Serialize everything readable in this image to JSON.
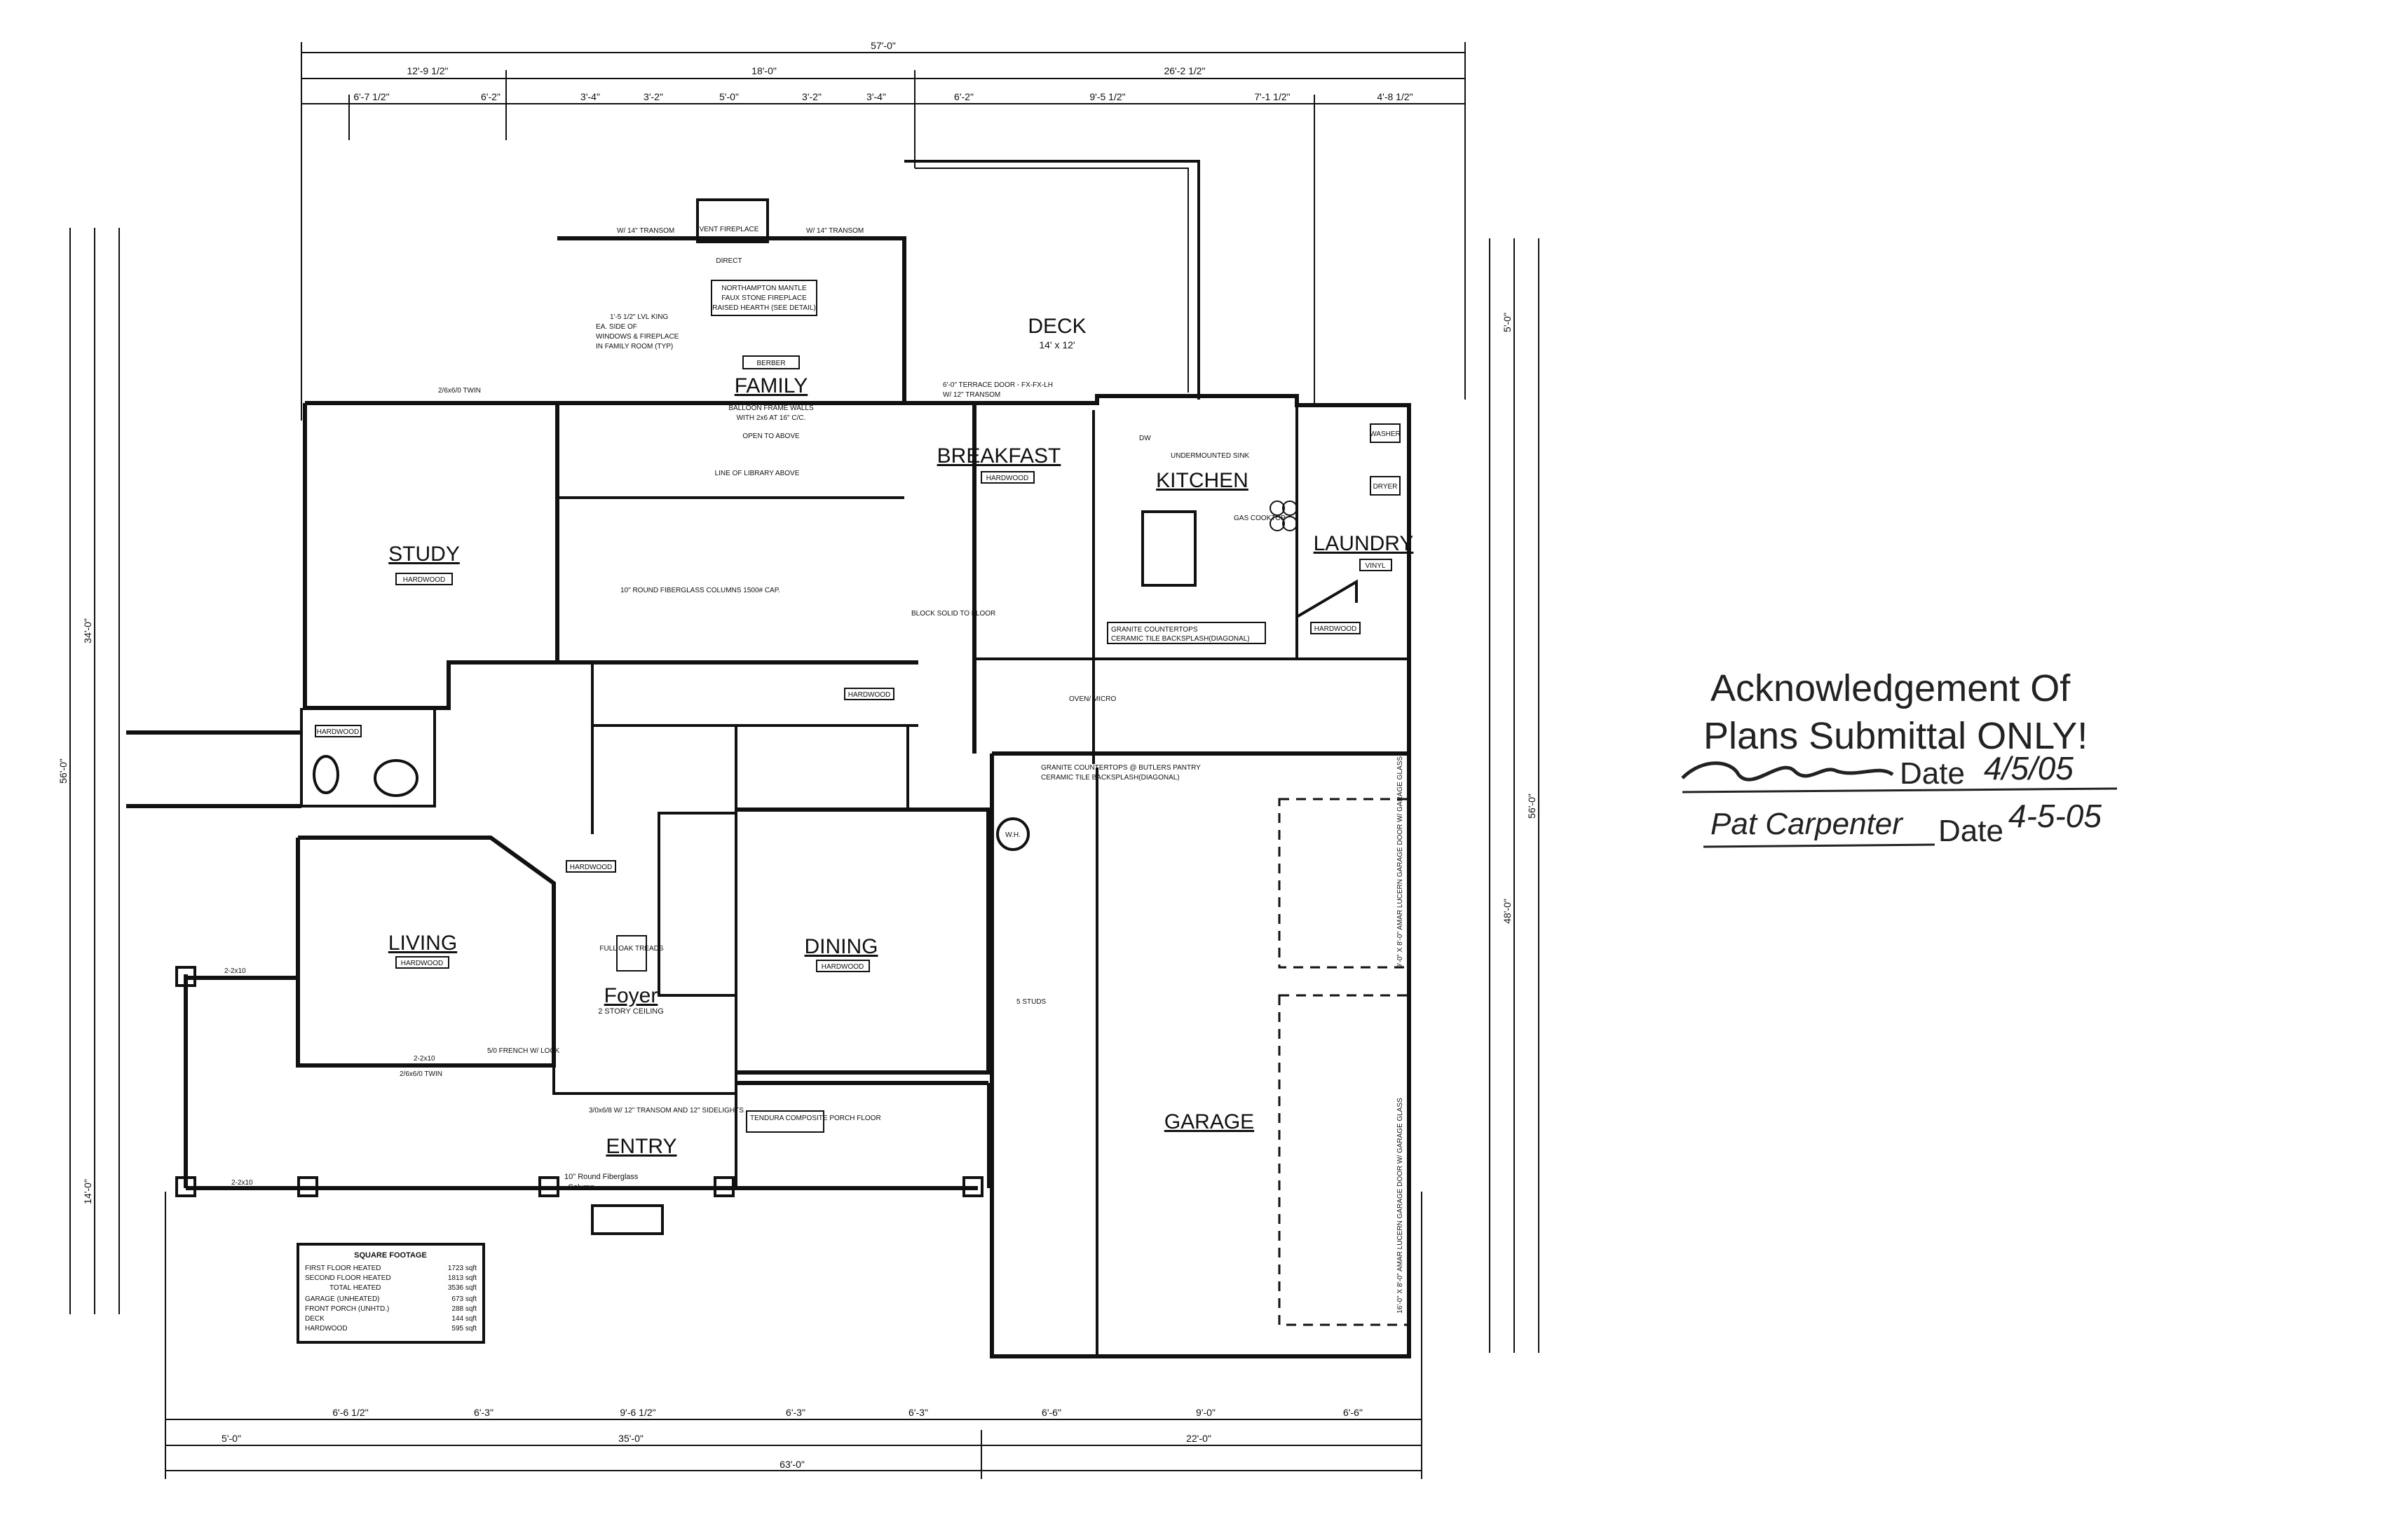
{
  "dims_top": {
    "overall": "57'-0\"",
    "row1": [
      "12'-9 1/2\"",
      "18'-0\"",
      "26'-2 1/2\""
    ],
    "row2": [
      "6'-7 1/2\"",
      "6'-2\"",
      "3'-4\"",
      "3'-2\"",
      "5'-0\"",
      "3'-2\"",
      "3'-4\"",
      "6'-2\"",
      "9'-5 1/2\"",
      "7'-1 1/2\"",
      "4'-8 1/2\""
    ]
  },
  "dims_bottom": {
    "row1": [
      "6'-6 1/2\"",
      "6'-3\"",
      "9'-6 1/2\"",
      "6'-3\"",
      "6'-3\"",
      "6'-6\"",
      "9'-0\"",
      "6'-6\""
    ],
    "row2": [
      "5'-0\"",
      "35'-0\"",
      "22'-0\""
    ],
    "overall": "63'-0\""
  },
  "dims_left": [
    "56'-0\"",
    "34'-0\"",
    "14'-0\""
  ],
  "dims_right": [
    "56'-0\"",
    "48'-0\"",
    "5'-0\""
  ],
  "rooms": {
    "family": "FAMILY",
    "study": "STUDY",
    "breakfast": "BREAKFAST",
    "kitchen": "KITCHEN",
    "laundry": "LAUNDRY",
    "deck": "DECK",
    "deck_size": "14' x 12'",
    "living": "LIVING",
    "dining": "DINING",
    "foyer": "Foyer",
    "foyer_note": "2 STORY CEILING",
    "entry": "ENTRY",
    "garage": "GARAGE"
  },
  "floor_tags": {
    "hardwood": "HARDWOOD",
    "berber": "BERBER",
    "vinyl": "VINYL"
  },
  "notes": {
    "family_walls": "BALLOON FRAME WALLS",
    "family_studs": "WITH 2x6 AT 16\" C/C.",
    "open_above": "OPEN TO ABOVE",
    "library": "LINE OF LIBRARY ABOVE",
    "fireplace": "VENT FIREPLACE",
    "direct": "DIRECT",
    "mantle_1": "NORTHAMPTON MANTLE",
    "mantle_2": "FAUX STONE FIREPLACE",
    "mantle_3": "RAISED HEARTH (SEE DETAIL)",
    "lvl_1": "1'-5 1/2\" LVL KING",
    "lvl_2": "EA. SIDE OF",
    "lvl_3": "WINDOWS & FIREPLACE",
    "lvl_4": "IN FAMILY ROOM (TYP)",
    "transom_l": "W/ 14\" TRANSOM",
    "transom_r": "W/ 14\" TRANSOM",
    "terrace": "6'-0\" TERRACE DOOR - FX-FX-LH",
    "terrace_2": "W/ 12\" TRANSOM",
    "sink": "UNDERMOUNTED SINK",
    "dw": "DW",
    "gas": "GAS COOKTOP",
    "granite_1": "GRANITE COUNTERTOPS",
    "granite_2": "CERAMIC TILE BACKSPLASH(DIAGONAL)",
    "butler_1": "GRANITE COUNTERTOPS @ BUTLERS PANTRY",
    "butler_2": "CERAMIC TILE BACKSPLASH(DIAGONAL)",
    "washer": "WASHER",
    "dryer": "DRYER",
    "oven": "OVEN/ MICRO",
    "columns": "10\" ROUND FIBERGLASS COLUMNS 1500# CAP.",
    "block": "BLOCK SOLID TO FLOOR",
    "wh": "W.H.",
    "studs": "5 STUDS",
    "full_oak": "FULL OAK TREADS",
    "french": "5/0 FRENCH W/ LOCK",
    "entry_door": "3/0x6/8 W/ 12\" TRANSOM AND 12\" SIDELIGHTS",
    "porch": "TENDURA COMPOSITE PORCH FLOOR",
    "column_1": "10\" Round Fiberglass",
    "column_2": "Column",
    "garage_door_1": "16'-0\" X 8'-0\" AMAR LUCERN GARAGE DOOR W/ GARAGE GLASS",
    "garage_door_2": "9'-0\" X 8'-0\" AMAR LUCERN GARAGE DOOR W/ GARAGE GLASS",
    "beam_2210": "2-2x10",
    "twin": "2/6x6/0 TWIN"
  },
  "square_footage": {
    "title": "SQUARE FOOTAGE",
    "rows": [
      {
        "label": "FIRST FLOOR HEATED",
        "value": "1723 sqft"
      },
      {
        "label": "SECOND FLOOR HEATED",
        "value": "1813 sqft"
      },
      {
        "label": "TOTAL HEATED",
        "value": "3536 sqft"
      },
      {
        "label": "GARAGE (UNHEATED)",
        "value": "673 sqft"
      },
      {
        "label": "FRONT PORCH (UNHTD.)",
        "value": "288 sqft"
      },
      {
        "label": "DECK",
        "value": "144 sqft"
      },
      {
        "label": "HARDWOOD",
        "value": "595 sqft"
      }
    ]
  },
  "stamp": {
    "line1": "Acknowledgement Of",
    "line2": "Plans Submittal ONLY!",
    "date_label": "Date",
    "date1": "4/5/05",
    "date2": "4-5-05",
    "signature2": "Pat Carpenter"
  }
}
